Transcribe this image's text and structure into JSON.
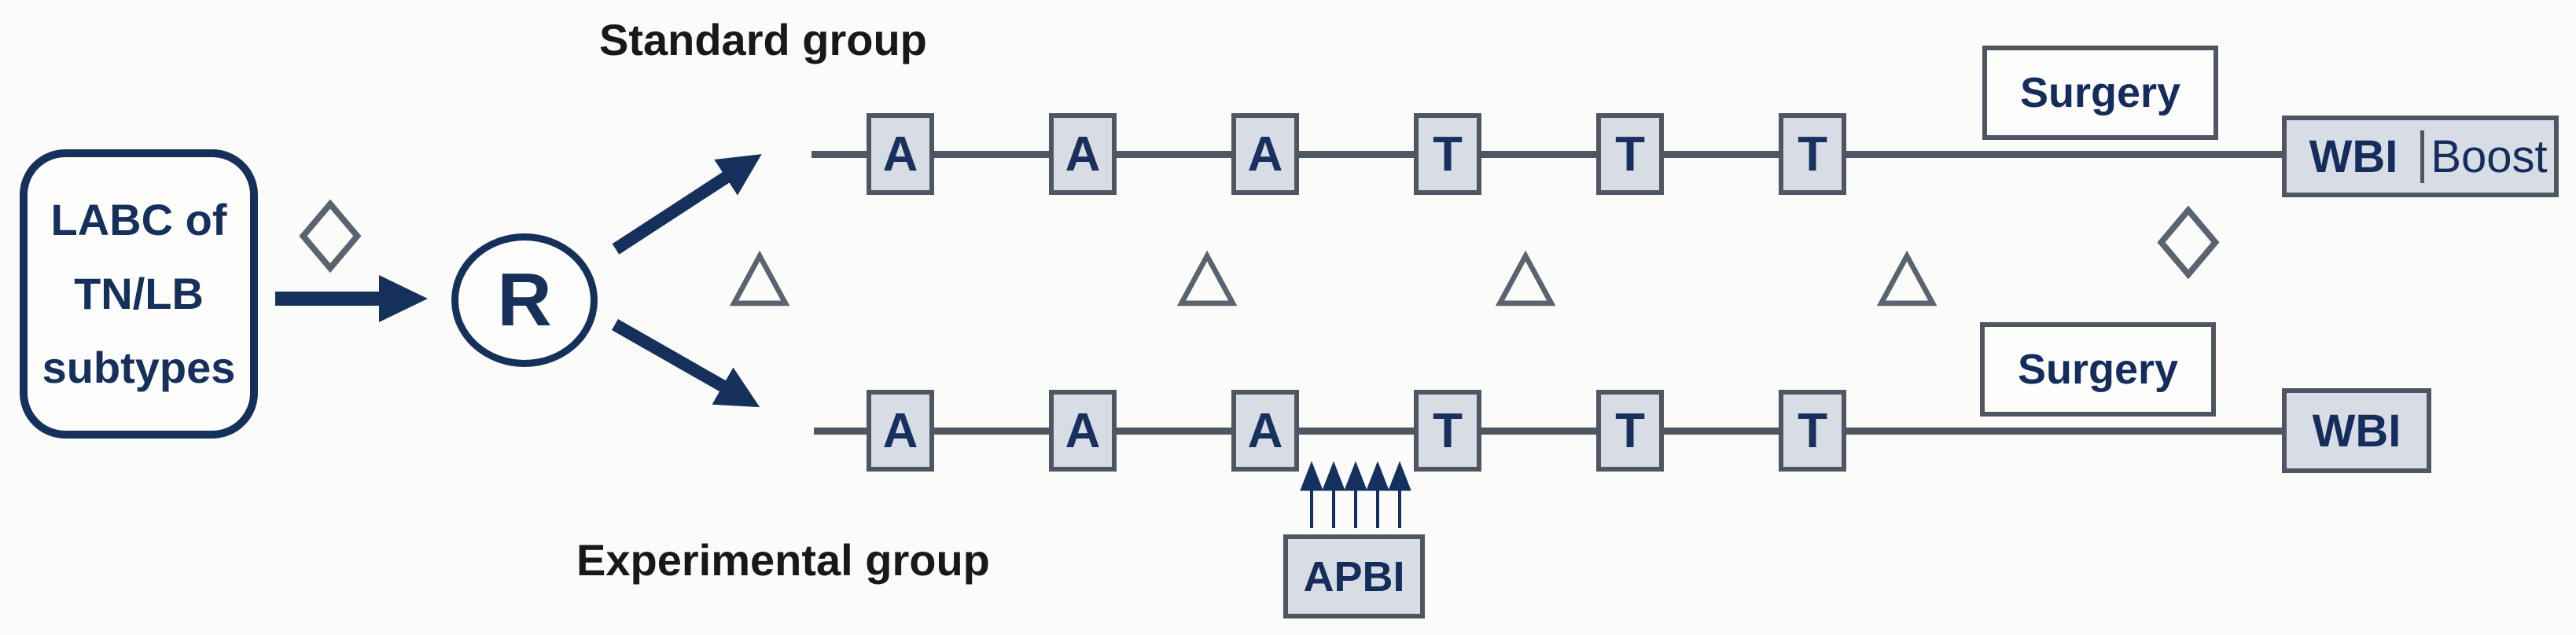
{
  "diagram": {
    "entry_box_label": "LABC of\nTN/LB\nsubtypes",
    "randomization_label": "R",
    "standard_group_label": "Standard group",
    "experimental_group_label": "Experimental group",
    "standard_arm": {
      "chemo_boxes": [
        "A",
        "A",
        "A",
        "T",
        "T",
        "T"
      ],
      "surgery_label": "Surgery",
      "wbi_label": "WBI",
      "boost_label": "Boost"
    },
    "experimental_arm": {
      "chemo_boxes": [
        "A",
        "A",
        "A",
        "T",
        "T",
        "T"
      ],
      "surgery_label": "Surgery",
      "apbi_label": "APBI",
      "wbi_label": "WBI"
    },
    "icons": {
      "diamond_glyph": "◇",
      "triangle_glyph": "△"
    },
    "colors": {
      "navy": "#16305c",
      "marker_gray": "#5a6370",
      "border_gray": "#4e5662",
      "box_fill": "#d8dce4",
      "label_black": "#181818"
    }
  }
}
